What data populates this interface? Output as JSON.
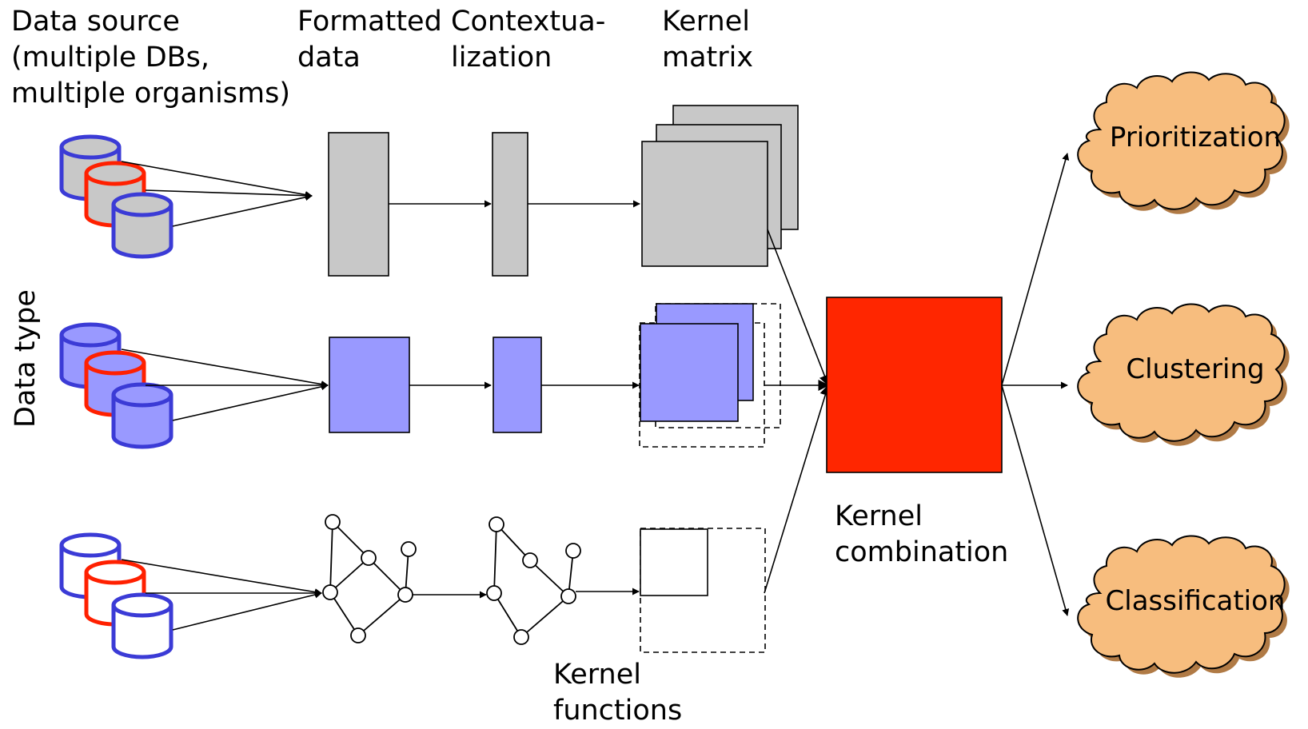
{
  "labels": {
    "data_source": [
      "Data source",
      "(multiple DBs,",
      "multiple organisms)"
    ],
    "formatted_data": [
      "Formatted",
      "data"
    ],
    "contextualization": [
      "Contextua-",
      "lization"
    ],
    "kernel_matrix": [
      "Kernel",
      "matrix"
    ],
    "kernel_combination": [
      "Kernel",
      "combination"
    ],
    "kernel_functions": [
      "Kernel",
      "functions"
    ],
    "data_type": "Data type"
  },
  "outputs": [
    "Prioritization",
    "Clustering",
    "Classification"
  ],
  "colors": {
    "db_blue": "#3b3bd6",
    "db_red": "#ff2000",
    "gray_fill": "#c8c8c8",
    "blue_fill": "#9999ff",
    "combination_fill": "#ff2600",
    "cloud_fill": "#f7bd7e"
  }
}
